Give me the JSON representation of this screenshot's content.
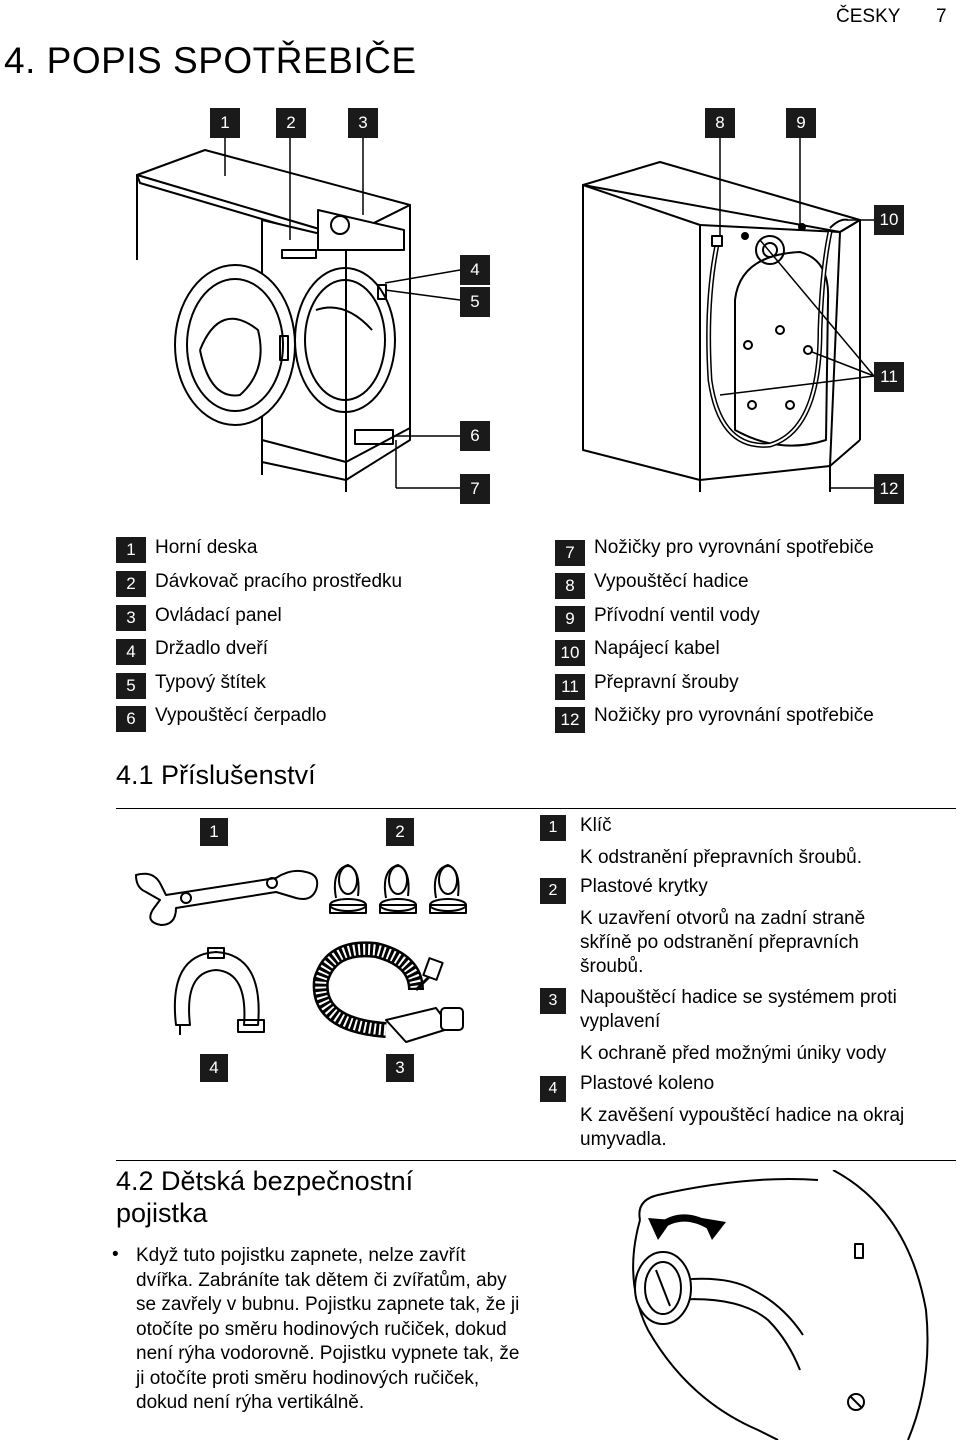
{
  "header": {
    "language": "ČESKY",
    "page_number": "7"
  },
  "section": {
    "title": "4. POPIS SPOTŘEBIČE"
  },
  "callouts": {
    "c1": "1",
    "c2": "2",
    "c3": "3",
    "c4": "4",
    "c5": "5",
    "c6": "6",
    "c7": "7",
    "c8": "8",
    "c9": "9",
    "c10": "10",
    "c11": "11",
    "c12": "12"
  },
  "legend_left": [
    {
      "num": "1",
      "text": "Horní deska"
    },
    {
      "num": "2",
      "text": "Dávkovač pracího prostředku"
    },
    {
      "num": "3",
      "text": "Ovládací panel"
    },
    {
      "num": "4",
      "text": "Držadlo dveří"
    },
    {
      "num": "5",
      "text": "Typový štítek"
    },
    {
      "num": "6",
      "text": "Vypouštěcí čerpadlo"
    }
  ],
  "legend_right": [
    {
      "num": "7",
      "text": "Nožičky pro vyrovnání spotřebiče"
    },
    {
      "num": "8",
      "text": "Vypouštěcí hadice"
    },
    {
      "num": "9",
      "text": "Přívodní ventil vody"
    },
    {
      "num": "10",
      "text": "Napájecí kabel"
    },
    {
      "num": "11",
      "text": "Přepravní šrouby"
    },
    {
      "num": "12",
      "text": "Nožičky pro vyrovnání spotřebiče"
    }
  ],
  "accessories": {
    "title": "4.1 Příslušenství",
    "fig_labels": {
      "l1": "1",
      "l2": "2",
      "l3": "3",
      "l4": "4"
    },
    "items": [
      {
        "num": "1",
        "title": "Klíč",
        "desc": "K odstranění přepravních šroubů."
      },
      {
        "num": "2",
        "title": "Plastové krytky",
        "desc": "K uzavření otvorů na zadní straně skříně po odstranění přepravních šroubů."
      },
      {
        "num": "3",
        "title": "Napouštěcí hadice se systémem proti vyplavení",
        "desc": "K ochraně před možnými úniky vody"
      },
      {
        "num": "4",
        "title": "Plastové koleno",
        "desc": "K zavěšení vypouštěcí hadice na okraj umyvadla."
      }
    ]
  },
  "child_lock": {
    "title_line1": "4.2 Dětská bezpečnostní",
    "title_line2": "pojistka",
    "bullet": "•",
    "text": "Když tuto pojistku zapnete, nelze zavřít dvířka. Zabráníte tak dětem či zvířatům, aby se zavřely v bubnu. Pojistku zapnete tak, že ji otočíte po směru hodinových ručiček, dokud není rýha vodorovně. Pojistku vypnete tak, že ji otočíte proti směru hodinových ručiček, dokud není rýha vertikálně."
  }
}
